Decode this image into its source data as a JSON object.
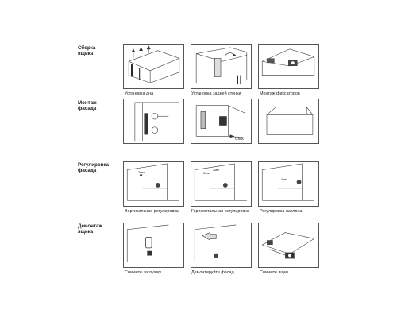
{
  "sections": [
    {
      "title_line1": "Сборка",
      "title_line2": "ящика",
      "captions": [
        "Установка дна",
        "Установка задней стенки",
        "Монтаж фиксаторов"
      ]
    },
    {
      "title_line1": "Монтаж",
      "title_line2": "фасада",
      "captions": [
        "",
        "",
        ""
      ],
      "click_label": "Click"
    },
    {
      "title_line1": "Регулировка",
      "title_line2": "фасада",
      "captions": [
        "Вертикальная регулировка",
        "Горизонтальная регулировка",
        "Регулировка наклона"
      ],
      "dim_labels": [
        "2мм",
        "2мм",
        "2мм",
        "4мм"
      ]
    },
    {
      "title_line1": "Демонтаж",
      "title_line2": "ящика",
      "captions": [
        "Снимите заглушку",
        "Демонтируйте фасад",
        "Снимите ящик"
      ]
    }
  ],
  "colors": {
    "line": "#333333",
    "panel_border": "#555555",
    "shade": "#888888"
  }
}
